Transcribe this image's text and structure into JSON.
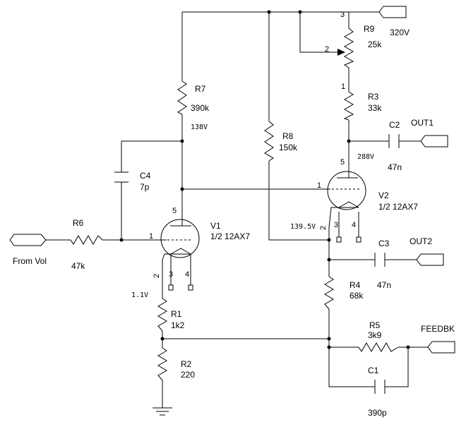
{
  "components": {
    "r1": {
      "ref": "R1",
      "value": "1k2"
    },
    "r2": {
      "ref": "R2",
      "value": "220"
    },
    "r3": {
      "ref": "R3",
      "value": "33k"
    },
    "r4": {
      "ref": "R4",
      "value": "68k"
    },
    "r5": {
      "ref": "R5",
      "value": "3k9"
    },
    "r6": {
      "ref": "R6",
      "value": "47k"
    },
    "r7": {
      "ref": "R7",
      "value": "390k"
    },
    "r8": {
      "ref": "R8",
      "value": "150k"
    },
    "r9": {
      "ref": "R9",
      "value": "25k"
    },
    "c1": {
      "ref": "C1",
      "value": "390p"
    },
    "c2": {
      "ref": "C2",
      "value": "47n"
    },
    "c3": {
      "ref": "C3",
      "value": "47n"
    },
    "c4": {
      "ref": "C4",
      "value": "7p"
    },
    "v1": {
      "ref": "V1",
      "value": "1/2 12AX7"
    },
    "v2": {
      "ref": "V2",
      "value": "1/2 12AX7"
    }
  },
  "ports": {
    "input": "From Vol",
    "supply": "320V",
    "out1": "OUT1",
    "out2": "OUT2",
    "feedback": "FEEDBK"
  },
  "voltages": {
    "v1_plate": "138V",
    "v1_cathode": "1.1V",
    "v2_plate": "288V",
    "v2_cathode": "139.5V"
  },
  "pins": {
    "one": "1",
    "two": "2",
    "three": "3",
    "four": "4",
    "five": "5"
  }
}
